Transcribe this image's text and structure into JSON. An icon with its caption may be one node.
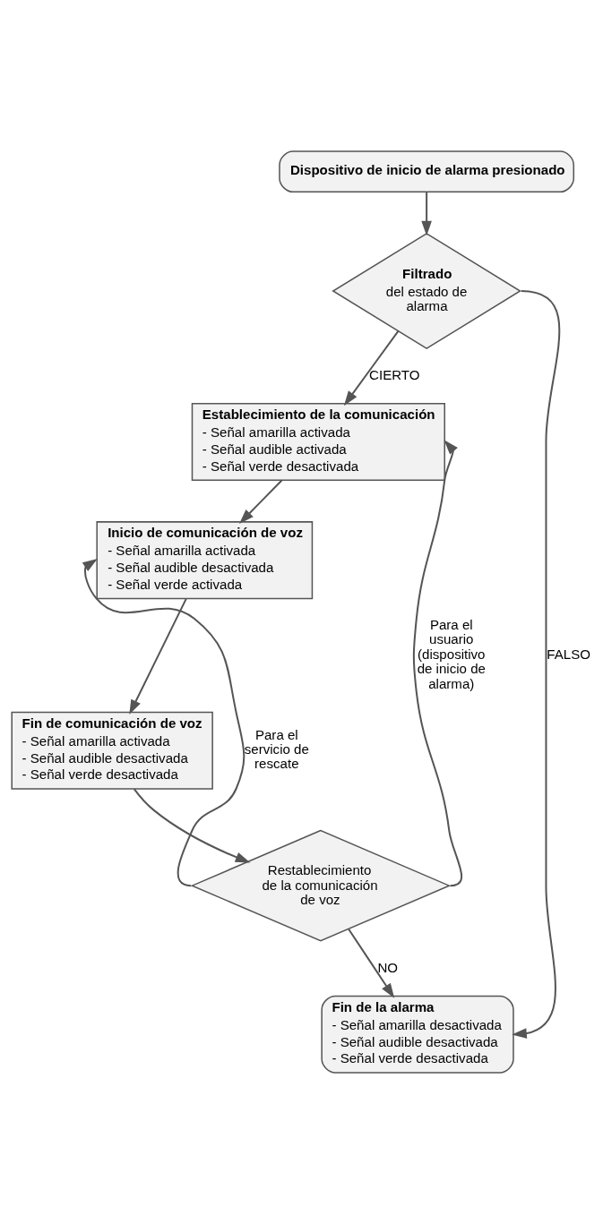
{
  "diagram": {
    "nodes": [
      {
        "text": [
          "Dispositivo de inicio de alarma presionado"
        ]
      },
      {
        "text": [
          "Filtrado",
          "del estado de alarma"
        ]
      },
      {
        "text": [
          "Establecimiento de la comunicación",
          "- Señal amarilla activada",
          "- Señal audible activada",
          "- Señal verde desactivada"
        ]
      },
      {
        "text": [
          "Inicio de comunicación de voz",
          "- Señal amarilla activada",
          "- Señal audible desactivada",
          "- Señal verde activada"
        ]
      },
      {
        "text": [
          "Fin de comunicación de voz",
          "- Señal amarilla activada",
          "- Señal audible desactivada",
          "- Señal verde desactivada"
        ]
      },
      {
        "text": [
          "Restablecimiento de la comunicación de voz"
        ]
      },
      {
        "text": [
          "Fin de la alarma",
          "- Señal amarilla desactivada",
          "- Señal audible desactivada",
          "- Señal verde desactivada"
        ]
      }
    ],
    "edges": [
      {
        "from": 0,
        "to": 1,
        "arrow": "to"
      },
      {
        "from": 1,
        "to": 2,
        "arrow": "to",
        "label": "CIERTO"
      },
      {
        "from": 2,
        "to": 3,
        "arrow": "to"
      },
      {
        "from": 3,
        "to": 4,
        "arrow": "to"
      },
      {
        "from": 4,
        "to": 5,
        "arrow": "to"
      },
      {
        "from": 5,
        "to": 3,
        "arrow": "to",
        "label": "Para el servicio de rescate"
      },
      {
        "from": 5,
        "to": 2,
        "arrow": "to",
        "label": "Para el usuario (dispositivo de inicio de alarma)"
      },
      {
        "from": 5,
        "to": 6,
        "arrow": "to",
        "label": "NO"
      },
      {
        "from": 1,
        "to": 6,
        "arrow": "to",
        "label": "FALSO"
      }
    ]
  }
}
